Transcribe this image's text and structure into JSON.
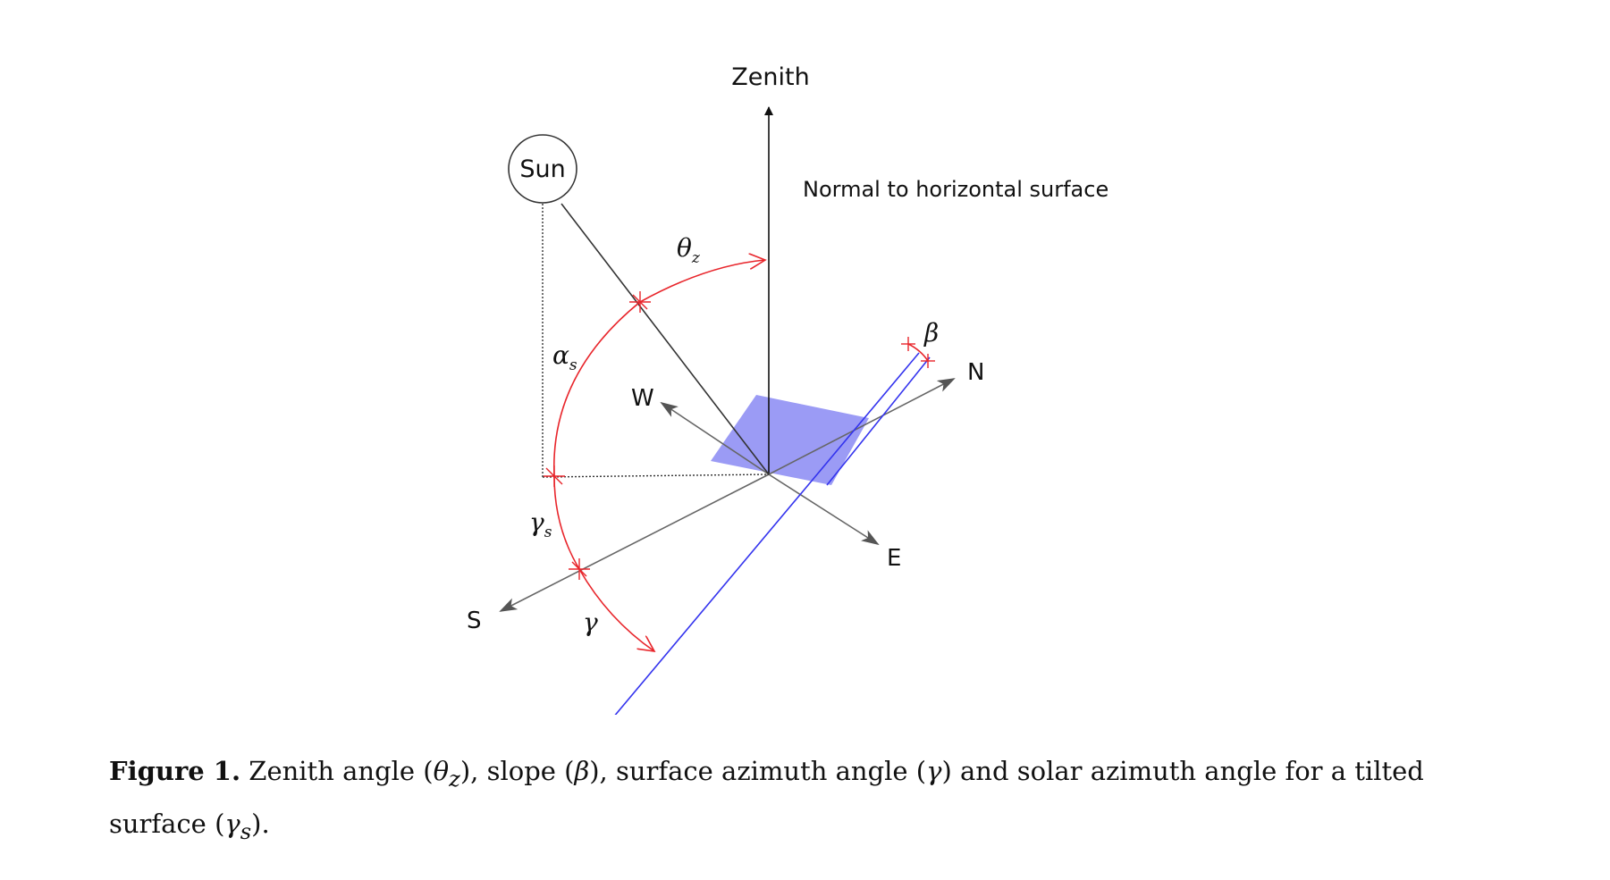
{
  "labels": {
    "zenith": "Zenith",
    "sun": "Sun",
    "normal": "Normal to horizontal surface",
    "north": "N",
    "south": "S",
    "east": "E",
    "west": "W",
    "theta": "θ",
    "theta_sub": "z",
    "alpha": "α",
    "alpha_sub": "s",
    "gamma_s": "γ",
    "gamma_s_sub": "s",
    "gamma": "γ",
    "beta": "β"
  },
  "caption": {
    "fig_num": "Figure 1.",
    "p1": " Zenith angle (",
    "s1": "θ",
    "s1_sub": "z",
    "p2": "), slope (",
    "s2": "β",
    "p3": "), surface azimuth angle (",
    "s3": "γ",
    "p4": ") and solar azimuth angle for a tilted surface (",
    "s4": "γ",
    "s4_sub": "s",
    "p5": ")."
  },
  "colors": {
    "arc": "#e8252b",
    "blue_line": "#3333ee",
    "plane_fill": "#9b9bf5",
    "axis_gray": "#666666",
    "black": "#111111"
  }
}
